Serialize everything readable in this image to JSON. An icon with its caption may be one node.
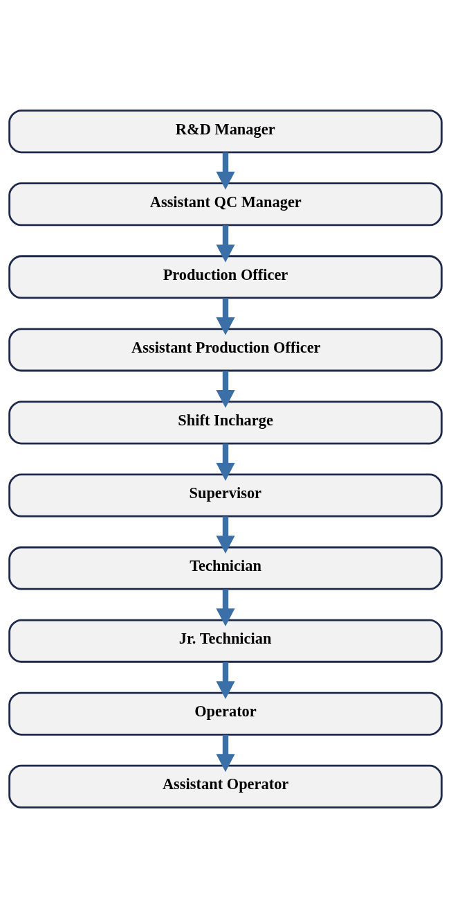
{
  "diagram": {
    "nodes": [
      {
        "text": [
          "R&D Manager"
        ]
      },
      {
        "text": [
          "Assistant QC Manager"
        ]
      },
      {
        "text": [
          "Production Officer"
        ]
      },
      {
        "text": [
          "Assistant Production Officer"
        ]
      },
      {
        "text": [
          "Shift Incharge"
        ]
      },
      {
        "text": [
          "Supervisor"
        ]
      },
      {
        "text": [
          "Technician"
        ]
      },
      {
        "text": [
          "Jr. Technician"
        ]
      },
      {
        "text": [
          "Operator"
        ]
      },
      {
        "text": [
          "Assistant Operator"
        ]
      }
    ],
    "edges": [
      {
        "from": 0,
        "to": 1,
        "arrow": "to"
      },
      {
        "from": 1,
        "to": 2,
        "arrow": "to"
      },
      {
        "from": 2,
        "to": 3,
        "arrow": "to"
      },
      {
        "from": 3,
        "to": 4,
        "arrow": "to"
      },
      {
        "from": 4,
        "to": 5,
        "arrow": "to"
      },
      {
        "from": 5,
        "to": 6,
        "arrow": "to"
      },
      {
        "from": 6,
        "to": 7,
        "arrow": "to"
      },
      {
        "from": 7,
        "to": 8,
        "arrow": "to"
      },
      {
        "from": 8,
        "to": 9,
        "arrow": "to"
      }
    ]
  }
}
